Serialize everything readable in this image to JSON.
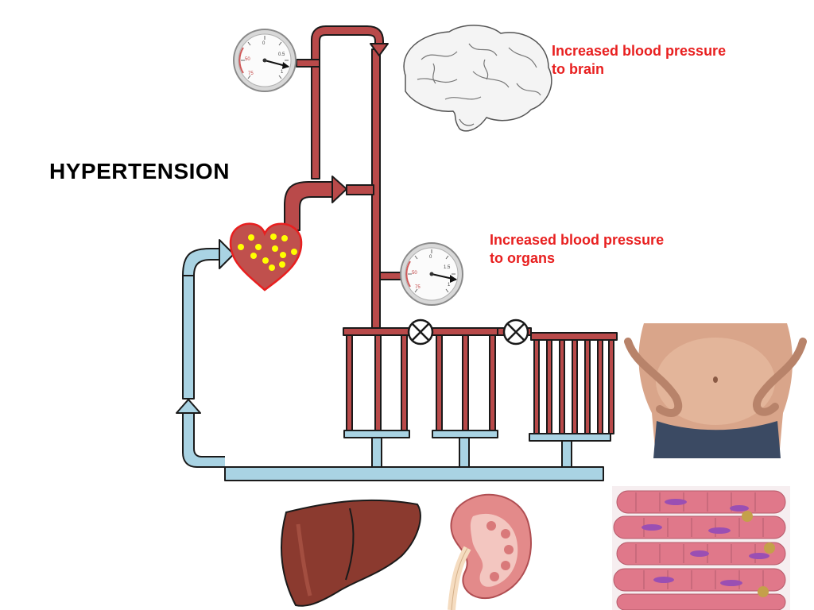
{
  "title": "HYPERTENSION",
  "labels": {
    "brain": {
      "line1": "Increased blood pressure",
      "line2": "to brain"
    },
    "organs": {
      "line1": "Increased blood pressure",
      "line2": "to organs"
    }
  },
  "gauges": {
    "upper": {
      "ticks": [
        "0",
        "0.5",
        "1",
        "50",
        "75"
      ]
    },
    "lower": {
      "ticks": [
        "0",
        "1.5",
        "1",
        "50",
        "75"
      ]
    }
  },
  "colors": {
    "artery": "#b94a4a",
    "artery_outline": "#1a1a1a",
    "vein": "#a9d3e3",
    "heart": "#c0504d",
    "heart_outline": "#e81f1f",
    "heart_dots": "#ffff00",
    "label_red": "#e81f1f",
    "title": "#000000"
  },
  "icons": [
    "brain-illustration",
    "pressure-gauge",
    "heart",
    "valve-closed-icon",
    "liver-illustration",
    "kidney-illustration",
    "muscle-fibers-illustration",
    "belly-photo"
  ]
}
